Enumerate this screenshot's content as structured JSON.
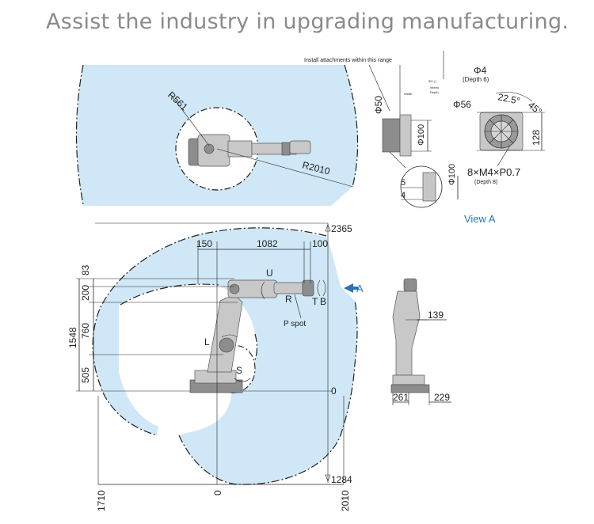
{
  "headline": "Assist the industry in upgrading manufacturing.",
  "top_view": {
    "radius_inner": "R561",
    "radius_outer": "R2010"
  },
  "view_a": {
    "install_note": "Install attachments within this range",
    "phi50": "Φ50",
    "phi100_a": "Φ100",
    "phi100_b": "Φ100",
    "phi4": "Φ4",
    "depth6": "(Depth 6)",
    "phi56": "Φ56",
    "angle_22": "22.5°",
    "angle_45": "45°",
    "dim_128": "128",
    "dim_5": "5",
    "dim_4": "4",
    "screw_spec": "8×M4×P0.7",
    "depth8": "(Depth 8)",
    "title": "View A"
  },
  "side_view": {
    "top_height": "2365",
    "bottom_depth": "1284",
    "dim_150": "150",
    "dim_1082": "1082",
    "dim_100": "100",
    "dim_83": "83",
    "dim_200": "200",
    "dim_760": "760",
    "dim_505": "505",
    "dim_1548": "1548",
    "origin_right": "0",
    "axis_u": "U",
    "axis_r": "R",
    "axis_t": "T",
    "axis_b": "B",
    "axis_l": "L",
    "axis_s": "S",
    "p_spot": "P spot",
    "arrow_a": "A",
    "left_extent": "1710",
    "origin_bottom": "0",
    "right_extent": "2010"
  },
  "front_view": {
    "dim_139": "139",
    "dim_261": "261",
    "dim_229": "229"
  }
}
